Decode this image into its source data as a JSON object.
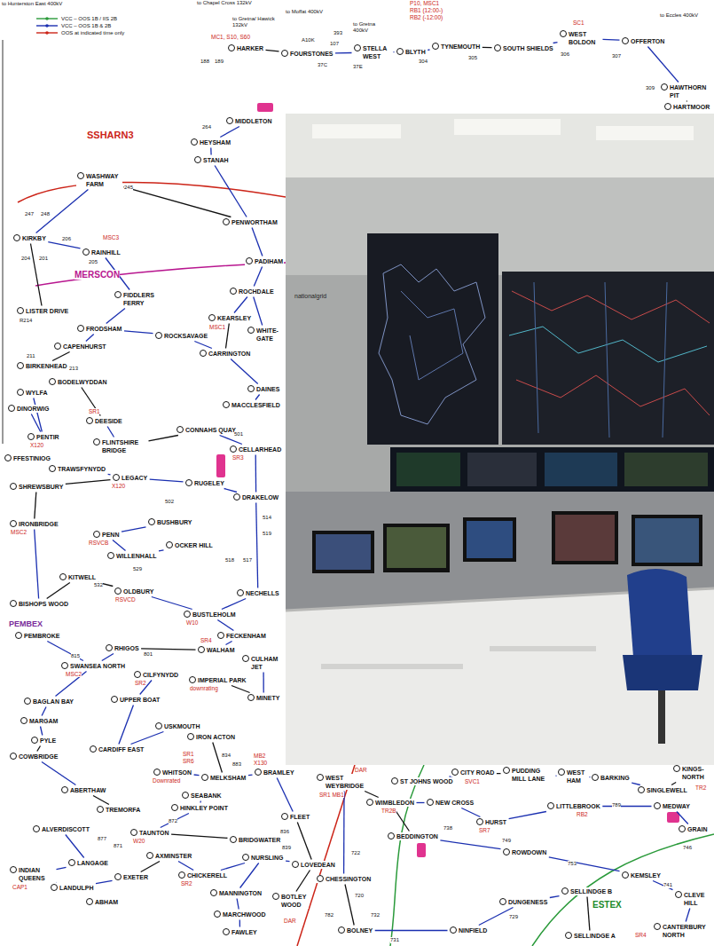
{
  "diagram": {
    "nodes": [
      {
        "text": [
          "HARKER"
        ]
      },
      {
        "text": [
          "FOURSTONES"
        ]
      },
      {
        "text": [
          "STELLA WEST"
        ]
      },
      {
        "text": [
          "BLYTH"
        ]
      },
      {
        "text": [
          "TYNEMOUTH"
        ]
      },
      {
        "text": [
          "SOUTH SHIELDS"
        ]
      },
      {
        "text": [
          "WEST BOLDON"
        ]
      },
      {
        "text": [
          "OFFERTON"
        ]
      },
      {
        "text": [
          "HAWTHORN PIT"
        ]
      },
      {
        "text": [
          "HARTMOOR"
        ]
      },
      {
        "text": [
          "HEYSHAM"
        ]
      },
      {
        "text": [
          "STANAH"
        ]
      },
      {
        "text": [
          "MIDDLETON"
        ]
      },
      {
        "text": [
          "WASHWAY FARM"
        ]
      },
      {
        "text": [
          "PENWORTHAM"
        ]
      },
      {
        "text": [
          "KIRKBY"
        ]
      },
      {
        "text": [
          "RAINHILL"
        ]
      },
      {
        "text": [
          "PADIHAM"
        ]
      },
      {
        "text": [
          "FIDDLERS FERRY"
        ]
      },
      {
        "text": [
          "LISTER DRIVE"
        ]
      },
      {
        "text": [
          "ROCHDALE"
        ]
      },
      {
        "text": [
          "KEARSLEY"
        ]
      },
      {
        "text": [
          "WHITE-GATE"
        ]
      },
      {
        "text": [
          "FRODSHAM"
        ]
      },
      {
        "text": [
          "ROCKSAVAGE"
        ]
      },
      {
        "text": [
          "CAPENHURST"
        ]
      },
      {
        "text": [
          "CARRINGTON"
        ]
      },
      {
        "text": [
          "BIRKENHEAD"
        ]
      },
      {
        "text": [
          "BODELWYDDAN"
        ]
      },
      {
        "text": [
          "WYLFA"
        ]
      },
      {
        "text": [
          "DAINES"
        ]
      },
      {
        "text": [
          "MACCLESFIELD"
        ]
      },
      {
        "text": [
          "DINORWIG"
        ]
      },
      {
        "text": [
          "DEESIDE"
        ]
      },
      {
        "text": [
          "PENTIR"
        ]
      },
      {
        "text": [
          "FLINTSHIRE BRIDGE"
        ]
      },
      {
        "text": [
          "CONNAHS QUAY"
        ]
      },
      {
        "text": [
          "CELLARHEAD"
        ]
      },
      {
        "text": [
          "FFESTINIOG"
        ]
      },
      {
        "text": [
          "TRAWSFYNYDD"
        ]
      },
      {
        "text": [
          "LEGACY"
        ]
      },
      {
        "text": [
          "RUGELEY"
        ]
      },
      {
        "text": [
          "DRAKELOW"
        ]
      },
      {
        "text": [
          "SHREWSBURY"
        ]
      },
      {
        "text": [
          "IRONBRIDGE"
        ]
      },
      {
        "text": [
          "BUSHBURY"
        ]
      },
      {
        "text": [
          "PENN"
        ]
      },
      {
        "text": [
          "WILLENHALL"
        ]
      },
      {
        "text": [
          "OCKER HILL"
        ]
      },
      {
        "text": [
          "KITWELL"
        ]
      },
      {
        "text": [
          "OLDBURY"
        ]
      },
      {
        "text": [
          "NECHELLS"
        ]
      },
      {
        "text": [
          "BISHOPS WOOD"
        ]
      },
      {
        "text": [
          "BUSTLEHOLM"
        ]
      },
      {
        "text": [
          "FECKENHAM"
        ]
      },
      {
        "text": [
          "PEMBROKE"
        ]
      },
      {
        "text": [
          "RHIGOS"
        ]
      },
      {
        "text": [
          "WALHAM"
        ]
      },
      {
        "text": [
          "SWANSEA NORTH"
        ]
      },
      {
        "text": [
          "CILFYNYDD"
        ]
      },
      {
        "text": [
          "IMPERIAL PARK"
        ]
      },
      {
        "text": [
          "CULHAM JET"
        ]
      },
      {
        "text": [
          "BAGLAN BAY"
        ]
      },
      {
        "text": [
          "UPPER BOAT"
        ]
      },
      {
        "text": [
          "MINETY"
        ]
      },
      {
        "text": [
          "MARGAM"
        ]
      },
      {
        "text": [
          "PYLE"
        ]
      },
      {
        "text": [
          "CARDIFF EAST"
        ]
      },
      {
        "text": [
          "USKMOUTH"
        ]
      },
      {
        "text": [
          "IRON ACTON"
        ]
      },
      {
        "text": [
          "COWBRIDGE"
        ]
      },
      {
        "text": [
          "WHITSON"
        ]
      },
      {
        "text": [
          "MELKSHAM"
        ]
      },
      {
        "text": [
          "BRAMLEY"
        ]
      },
      {
        "text": [
          "ABERTHAW"
        ]
      },
      {
        "text": [
          "TREMORFA"
        ]
      },
      {
        "text": [
          "SEABANK"
        ]
      },
      {
        "text": [
          "HINKLEY POINT"
        ]
      },
      {
        "text": [
          "ALVERDISCOTT"
        ]
      },
      {
        "text": [
          "TAUNTON"
        ]
      },
      {
        "text": [
          "BRIDGWATER"
        ]
      },
      {
        "text": [
          "FLEET"
        ]
      },
      {
        "text": [
          "LANGAGE"
        ]
      },
      {
        "text": [
          "AXMINSTER"
        ]
      },
      {
        "text": [
          "INDIAN QUEENS"
        ]
      },
      {
        "text": [
          "LANDULPH"
        ]
      },
      {
        "text": [
          "EXETER"
        ]
      },
      {
        "text": [
          "CHICKERELL"
        ]
      },
      {
        "text": [
          "NURSLING"
        ]
      },
      {
        "text": [
          "LOVEDEAN"
        ]
      },
      {
        "text": [
          "ABHAM"
        ]
      },
      {
        "text": [
          "MANNINGTON"
        ]
      },
      {
        "text": [
          "BOTLEY WOOD"
        ]
      },
      {
        "text": [
          "MARCHWOOD"
        ]
      },
      {
        "text": [
          "FAWLEY"
        ]
      },
      {
        "text": [
          "WEST WEYBRIDGE"
        ]
      },
      {
        "text": [
          "ST JOHNS WOOD"
        ]
      },
      {
        "text": [
          "CITY ROAD"
        ]
      },
      {
        "text": [
          "PUDDING MILL LANE"
        ]
      },
      {
        "text": [
          "WEST HAM"
        ]
      },
      {
        "text": [
          "BARKING"
        ]
      },
      {
        "text": [
          "SINGLEWELL"
        ]
      },
      {
        "text": [
          "KINGS- NORTH"
        ]
      },
      {
        "text": [
          "WIMBLEDON"
        ]
      },
      {
        "text": [
          "NEW CROSS"
        ]
      },
      {
        "text": [
          "HURST"
        ]
      },
      {
        "text": [
          "LITTLEBROOK"
        ]
      },
      {
        "text": [
          "MEDWAY"
        ]
      },
      {
        "text": [
          "BEDDINGTON"
        ]
      },
      {
        "text": [
          "GRAIN"
        ]
      },
      {
        "text": [
          "ROWDOWN"
        ]
      },
      {
        "text": [
          "CHESSINGTON"
        ]
      },
      {
        "text": [
          "KEMSLEY"
        ]
      },
      {
        "text": [
          "SELLINDGE B"
        ]
      },
      {
        "text": [
          "DUNGENESS"
        ]
      },
      {
        "text": [
          "CLEVE HILL"
        ]
      },
      {
        "text": [
          "CANTERBURY NORTH"
        ]
      },
      {
        "text": [
          "BOLNEY"
        ]
      },
      {
        "text": [
          "NINFIELD"
        ]
      },
      {
        "text": [
          "SELLINDGE A"
        ]
      }
    ],
    "edges": [
      {
        "from": 0,
        "to": 1,
        "arrow": "none"
      },
      {
        "from": 1,
        "to": 2,
        "arrow": "none"
      },
      {
        "from": 2,
        "to": 3,
        "arrow": "none"
      },
      {
        "from": 3,
        "to": 4,
        "arrow": "none"
      },
      {
        "from": 4,
        "to": 5,
        "arrow": "none"
      },
      {
        "from": 5,
        "to": 6,
        "arrow": "none"
      },
      {
        "from": 6,
        "to": 7,
        "arrow": "none"
      },
      {
        "from": 7,
        "to": 8,
        "arrow": "none"
      },
      {
        "from": 8,
        "to": 9,
        "arrow": "none"
      },
      {
        "from": 10,
        "to": 12,
        "arrow": "none"
      },
      {
        "from": 10,
        "to": 11,
        "arrow": "none"
      },
      {
        "from": 11,
        "to": 14,
        "arrow": "none"
      },
      {
        "from": 13,
        "to": 14,
        "arrow": "none"
      },
      {
        "from": 14,
        "to": 17,
        "arrow": "none"
      },
      {
        "from": 13,
        "to": 15,
        "arrow": "none"
      },
      {
        "from": 15,
        "to": 16,
        "arrow": "none"
      },
      {
        "from": 15,
        "to": 19,
        "arrow": "none"
      },
      {
        "from": 16,
        "to": 18,
        "arrow": "none"
      },
      {
        "from": 18,
        "to": 23,
        "arrow": "none"
      },
      {
        "from": 23,
        "to": 25,
        "arrow": "none"
      },
      {
        "from": 25,
        "to": 27,
        "arrow": "none"
      },
      {
        "from": 23,
        "to": 24,
        "arrow": "none"
      },
      {
        "from": 24,
        "to": 26,
        "arrow": "none"
      },
      {
        "from": 20,
        "to": 21,
        "arrow": "none"
      },
      {
        "from": 21,
        "to": 26,
        "arrow": "none"
      },
      {
        "from": 20,
        "to": 22,
        "arrow": "none"
      },
      {
        "from": 26,
        "to": 30,
        "arrow": "none"
      },
      {
        "from": 30,
        "to": 31,
        "arrow": "none"
      },
      {
        "from": 28,
        "to": 33,
        "arrow": "none"
      },
      {
        "from": 29,
        "to": 34,
        "arrow": "none"
      },
      {
        "from": 32,
        "to": 34,
        "arrow": "none"
      },
      {
        "from": 33,
        "to": 35,
        "arrow": "none"
      },
      {
        "from": 35,
        "to": 36,
        "arrow": "none"
      },
      {
        "from": 36,
        "to": 37,
        "arrow": "none"
      },
      {
        "from": 38,
        "to": 39,
        "arrow": "none"
      },
      {
        "from": 39,
        "to": 40,
        "arrow": "none"
      },
      {
        "from": 40,
        "to": 43,
        "arrow": "none"
      },
      {
        "from": 40,
        "to": 41,
        "arrow": "none"
      },
      {
        "from": 41,
        "to": 42,
        "arrow": "none"
      },
      {
        "from": 37,
        "to": 42,
        "arrow": "none"
      },
      {
        "from": 43,
        "to": 44,
        "arrow": "none"
      },
      {
        "from": 45,
        "to": 46,
        "arrow": "none"
      },
      {
        "from": 46,
        "to": 47,
        "arrow": "none"
      },
      {
        "from": 47,
        "to": 48,
        "arrow": "none"
      },
      {
        "from": 49,
        "to": 50,
        "arrow": "none"
      },
      {
        "from": 50,
        "to": 53,
        "arrow": "none"
      },
      {
        "from": 51,
        "to": 53,
        "arrow": "none"
      },
      {
        "from": 53,
        "to": 54,
        "arrow": "none"
      },
      {
        "from": 52,
        "to": 49,
        "arrow": "none"
      },
      {
        "from": 44,
        "to": 52,
        "arrow": "none"
      },
      {
        "from": 55,
        "to": 58,
        "arrow": "none"
      },
      {
        "from": 56,
        "to": 58,
        "arrow": "none"
      },
      {
        "from": 56,
        "to": 57,
        "arrow": "none"
      },
      {
        "from": 57,
        "to": 54,
        "arrow": "none"
      },
      {
        "from": 58,
        "to": 62,
        "arrow": "none"
      },
      {
        "from": 59,
        "to": 63,
        "arrow": "none"
      },
      {
        "from": 60,
        "to": 64,
        "arrow": "none"
      },
      {
        "from": 61,
        "to": 64,
        "arrow": "none"
      },
      {
        "from": 62,
        "to": 65,
        "arrow": "none"
      },
      {
        "from": 65,
        "to": 66,
        "arrow": "none"
      },
      {
        "from": 66,
        "to": 70,
        "arrow": "none"
      },
      {
        "from": 63,
        "to": 67,
        "arrow": "none"
      },
      {
        "from": 67,
        "to": 68,
        "arrow": "none"
      },
      {
        "from": 68,
        "to": 69,
        "arrow": "none"
      },
      {
        "from": 69,
        "to": 72,
        "arrow": "none"
      },
      {
        "from": 71,
        "to": 72,
        "arrow": "none"
      },
      {
        "from": 72,
        "to": 73,
        "arrow": "none"
      },
      {
        "from": 70,
        "to": 74,
        "arrow": "none"
      },
      {
        "from": 74,
        "to": 75,
        "arrow": "none"
      },
      {
        "from": 76,
        "to": 77,
        "arrow": "none"
      },
      {
        "from": 77,
        "to": 79,
        "arrow": "none"
      },
      {
        "from": 78,
        "to": 82,
        "arrow": "none"
      },
      {
        "from": 79,
        "to": 80,
        "arrow": "none"
      },
      {
        "from": 82,
        "to": 84,
        "arrow": "none"
      },
      {
        "from": 84,
        "to": 85,
        "arrow": "none"
      },
      {
        "from": 85,
        "to": 86,
        "arrow": "none"
      },
      {
        "from": 86,
        "to": 83,
        "arrow": "none"
      },
      {
        "from": 83,
        "to": 87,
        "arrow": "none"
      },
      {
        "from": 87,
        "to": 88,
        "arrow": "none"
      },
      {
        "from": 88,
        "to": 89,
        "arrow": "none"
      },
      {
        "from": 89,
        "to": 92,
        "arrow": "none"
      },
      {
        "from": 91,
        "to": 93,
        "arrow": "none"
      },
      {
        "from": 93,
        "to": 94,
        "arrow": "none"
      },
      {
        "from": 88,
        "to": 91,
        "arrow": "none"
      },
      {
        "from": 95,
        "to": 103,
        "arrow": "none"
      },
      {
        "from": 103,
        "to": 104,
        "arrow": "none"
      },
      {
        "from": 104,
        "to": 105,
        "arrow": "none"
      },
      {
        "from": 96,
        "to": 97,
        "arrow": "none"
      },
      {
        "from": 97,
        "to": 98,
        "arrow": "none"
      },
      {
        "from": 98,
        "to": 99,
        "arrow": "none"
      },
      {
        "from": 99,
        "to": 100,
        "arrow": "none"
      },
      {
        "from": 100,
        "to": 101,
        "arrow": "none"
      },
      {
        "from": 101,
        "to": 102,
        "arrow": "none"
      },
      {
        "from": 105,
        "to": 106,
        "arrow": "none"
      },
      {
        "from": 106,
        "to": 107,
        "arrow": "none"
      },
      {
        "from": 107,
        "to": 109,
        "arrow": "none"
      },
      {
        "from": 103,
        "to": 108,
        "arrow": "none"
      },
      {
        "from": 108,
        "to": 110,
        "arrow": "none"
      },
      {
        "from": 110,
        "to": 112,
        "arrow": "none"
      },
      {
        "from": 95,
        "to": 111,
        "arrow": "none"
      },
      {
        "from": 111,
        "to": 117,
        "arrow": "none"
      },
      {
        "from": 117,
        "to": 118,
        "arrow": "none"
      },
      {
        "from": 118,
        "to": 114,
        "arrow": "none"
      },
      {
        "from": 114,
        "to": 113,
        "arrow": "none"
      },
      {
        "from": 113,
        "to": 119,
        "arrow": "none"
      },
      {
        "from": 112,
        "to": 115,
        "arrow": "none"
      },
      {
        "from": 115,
        "to": 116,
        "arrow": "none"
      },
      {
        "from": 73,
        "to": 81,
        "arrow": "none"
      },
      {
        "from": 81,
        "to": 89,
        "arrow": "none"
      },
      {
        "from": 17,
        "to": 20,
        "arrow": "none"
      },
      {
        "from": 42,
        "to": 51,
        "arrow": "none"
      }
    ],
    "labels": [
      "to Hunterston East 400kV",
      "to Chapel Cross 132kV",
      "to Gretna/ Hawick 132kV",
      "to Moffat 400kV",
      "to Gretna 400kV",
      "to Eccles 400kV",
      "MC1, S10, S60",
      "P10, MSC1",
      "RB1 (12:00-)",
      "RB2 (-12:00)",
      "SC1",
      "SSHARN3",
      "MERSCON",
      "MSC3",
      "MSC1",
      "SR1",
      "X120",
      "SR3",
      "X120",
      "MSC2",
      "RSVCB",
      "RSVCD",
      "W10",
      "SR4",
      "PEMBEX",
      "SR2",
      "downrating",
      "MSC2",
      "SR1",
      "SR6",
      "Downrated",
      "MB2",
      "X130",
      "W20",
      "CAP1",
      "SR2",
      "DAR",
      "SR1 MB1",
      "DAR",
      "SVC1",
      "TR2B",
      "SR7",
      "RB2",
      "TR2",
      "ESTEX",
      "SR4",
      "nationalgrid",
      "A10K",
      "107",
      "37C",
      "37E",
      "393",
      "304",
      "305",
      "306",
      "307",
      "309",
      "188",
      "189",
      "264",
      "247",
      "248",
      "245",
      "206",
      "205",
      "204",
      "201",
      "R214",
      "211",
      "213",
      "501",
      "514",
      "519",
      "517",
      "518",
      "502",
      "532",
      "529",
      "801",
      "815",
      "883",
      "834",
      "871",
      "872",
      "877",
      "836",
      "839",
      "782",
      "732",
      "731",
      "720",
      "738",
      "749",
      "753",
      "741",
      "746",
      "789",
      "729",
      "722"
    ],
    "legend": [
      {
        "text": "VCC – OOS 1B / IIS 2B"
      },
      {
        "text": "VCC – OOS 1B & 2B"
      },
      {
        "text": "OOS at indicated time only"
      }
    ]
  }
}
